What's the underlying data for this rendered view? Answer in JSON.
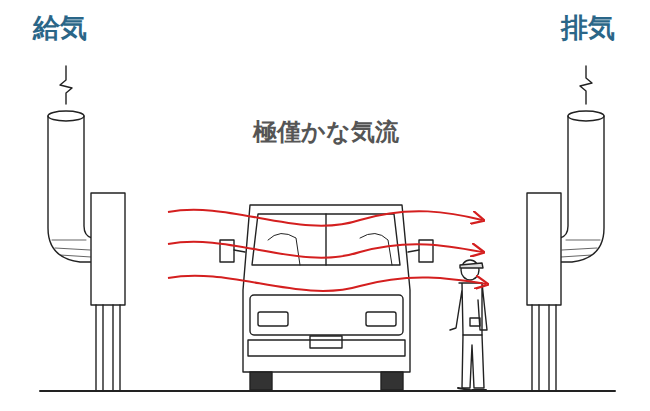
{
  "diagram": {
    "labels": [
      "給気",
      "排気",
      "極僅かな気流"
    ]
  }
}
